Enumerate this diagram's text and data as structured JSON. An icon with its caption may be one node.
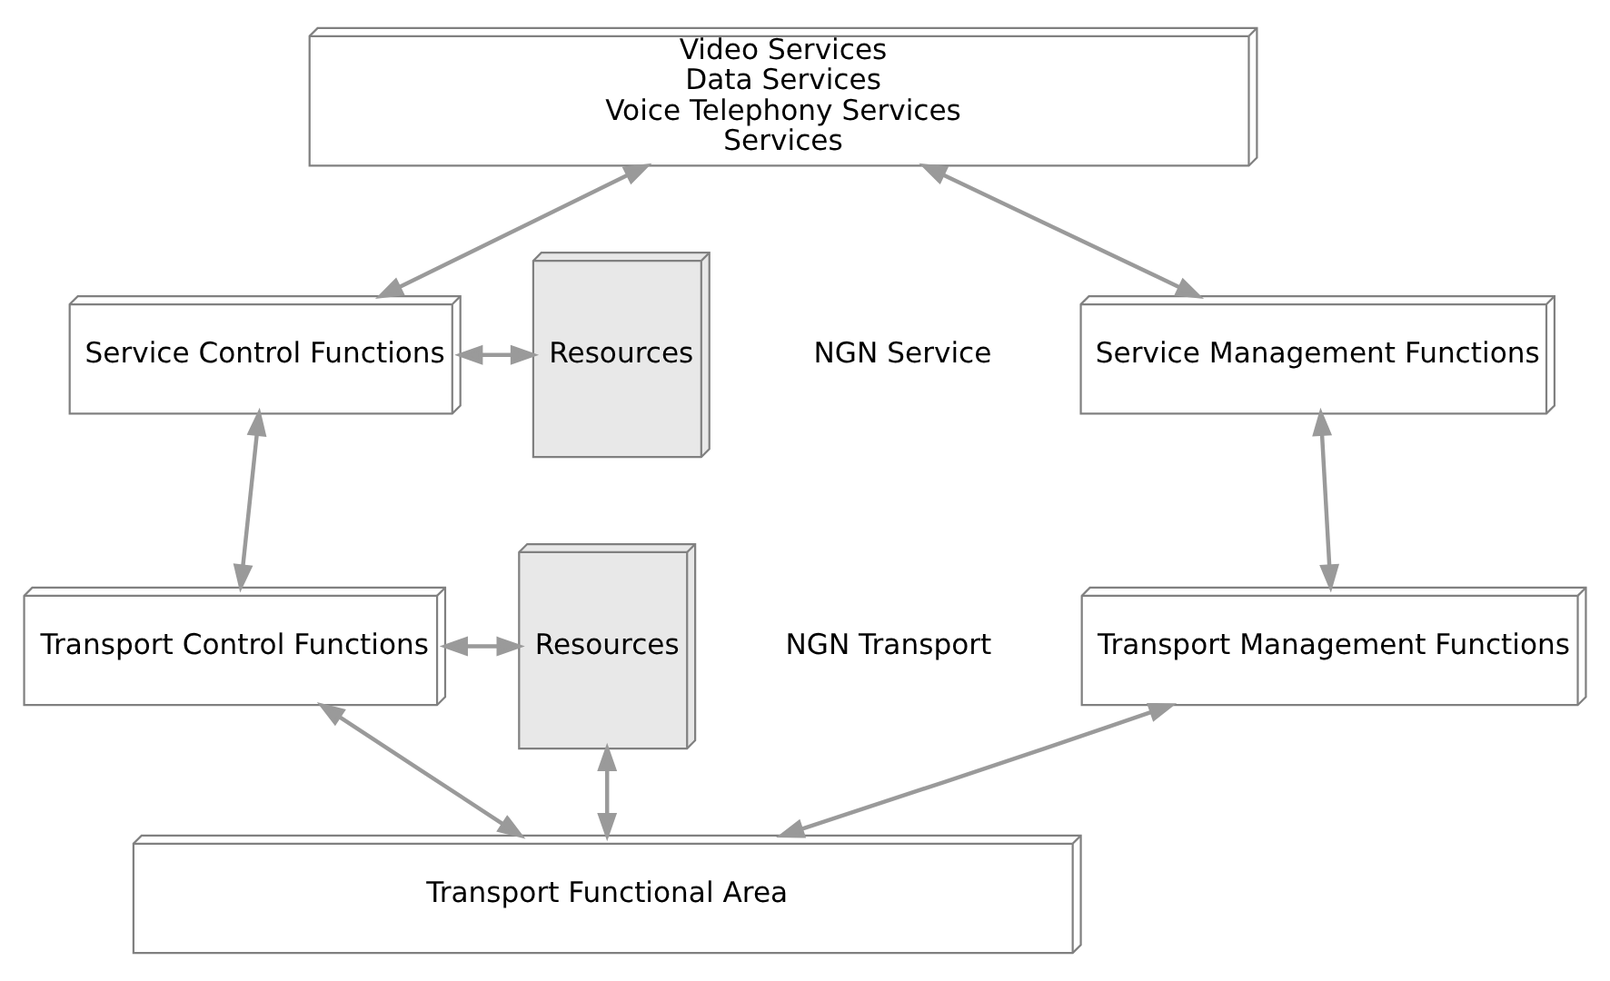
{
  "diagram": {
    "nodes": [
      {
        "text": [
          "Video Services",
          "Data Services",
          "Voice Telephony Services",
          "Services"
        ]
      },
      {
        "text": [
          "Service Management Functions"
        ]
      },
      {
        "text": [
          "Service Control Functions"
        ]
      },
      {
        "text": [
          "Resources"
        ]
      },
      {
        "text": [
          "Transport Management Functions"
        ]
      },
      {
        "text": [
          "Transport Control Functions"
        ]
      },
      {
        "text": [
          "Resources"
        ]
      },
      {
        "text": [
          "Transport Functional Area"
        ]
      }
    ],
    "edges": [
      {
        "from": 0,
        "to": 1,
        "arrow": "both"
      },
      {
        "from": 0,
        "to": 2,
        "arrow": "both"
      },
      {
        "from": 2,
        "to": 3,
        "arrow": "both"
      },
      {
        "from": 1,
        "to": 4,
        "arrow": "both"
      },
      {
        "from": 2,
        "to": 5,
        "arrow": "both"
      },
      {
        "from": 5,
        "to": 6,
        "arrow": "both"
      },
      {
        "from": 4,
        "to": 7,
        "arrow": "both"
      },
      {
        "from": 5,
        "to": 7,
        "arrow": "both"
      },
      {
        "from": 7,
        "to": 6,
        "arrow": "both"
      }
    ],
    "labels": [
      "NGN Service",
      "NGN Transport"
    ]
  }
}
